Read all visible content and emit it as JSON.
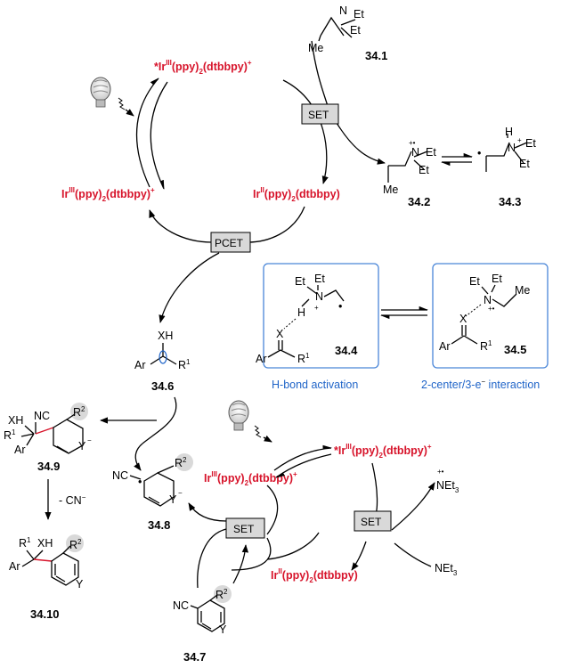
{
  "colors": {
    "catalyst": "#d7142b",
    "caption": "#1f64c8",
    "box": "#4a86d8",
    "new_bond": "#d7142b",
    "gray_ring": "#d9d9d9"
  },
  "icons": [
    "lightbulb-icon"
  ],
  "catalysts": {
    "ir3_excited": {
      "prefix": "*Ir",
      "ox": "III",
      "body": "(ppy)",
      "sub": "2",
      "tail": "(dtbbpy)",
      "charge": "+"
    },
    "ir3": {
      "prefix": "Ir",
      "ox": "III",
      "body": "(ppy)",
      "sub": "2",
      "tail": "(dtbbpy)",
      "charge": "+"
    },
    "ir2": {
      "prefix": "Ir",
      "ox": "II",
      "body": "(ppy)",
      "sub": "2",
      "tail": "(dtbbpy)",
      "charge": ""
    }
  },
  "steps": {
    "set": "SET",
    "pcet": "PCET",
    "loss_cn": "- CN"
  },
  "compounds": {
    "c1": "34.1",
    "c2": "34.2",
    "c3": "34.3",
    "c4": "34.4",
    "c5": "34.5",
    "c6": "34.6",
    "c7": "34.7",
    "c8": "34.8",
    "c9": "34.9",
    "c10": "34.10"
  },
  "captions": {
    "hbond": "H-bond activation",
    "two_center": "2-center/3-e",
    "interaction": " interaction"
  },
  "atoms": {
    "N": "N",
    "Et": "Et",
    "Me": "Me",
    "H": "H",
    "X": "X",
    "XH": "XH",
    "Ar": "Ar",
    "R": "R",
    "R1_sup": "1",
    "R2_sup": "2",
    "NC": "NC",
    "CN": "CN",
    "Y": "Y",
    "NEt": "NEt",
    "NEt_sub": "3",
    "plus": "+",
    "minus": "−",
    "dot": "•",
    "radcat": "+•"
  }
}
